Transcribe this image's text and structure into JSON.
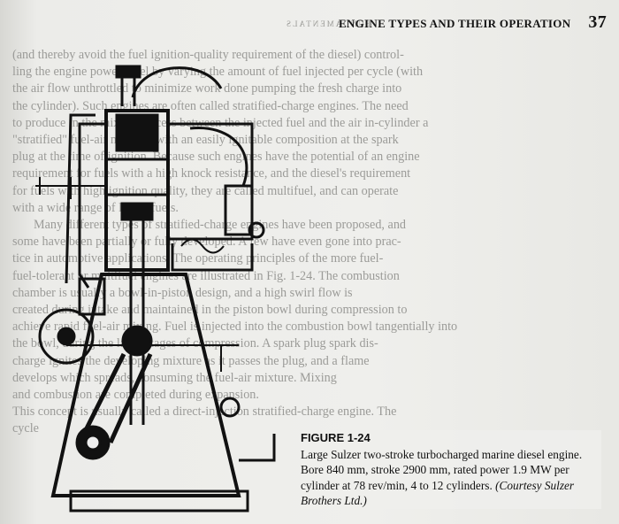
{
  "header": {
    "running_title": "ENGINE TYPES AND THEIR OPERATION",
    "page_number": "37"
  },
  "body_lines": [
    "(and thereby avoid the fuel ignition-quality requirement of the diesel) control-",
    "ling the engine power level by varying the amount of fuel injected per cycle (with",
    "the air flow unthrottled to minimize work done pumping the fresh charge into",
    "the cylinder). Such engines are often called stratified-charge engines. The need",
    "to produce in the mixing process between the injected fuel and the air in-cylinder a",
    "\"stratified\" fuel-air mixture, with an easily ignitable composition at the spark",
    "plug at the time of ignition. Because such engines have the potential of an engine",
    "requirement for fuels with a high knock resistance, and the diesel's requirement",
    "for fuels with high ignition quality, they are called multifuel, and can operate",
    "with a wide range of liquid fuels.",
    "Many different types of stratified-charge engines have been proposed, and",
    "some have been partially or fully developed. A few have even gone into prac-",
    "tice in automotive applications. The operating principles of the more fuel-",
    "fuel-tolerant or multifuel engines are illustrated in Fig. 1-24. The combustion",
    "chamber is usually a bowl-in-piston design, and a high swirl flow is",
    "created during intake and maintained in the piston bowl during compression to",
    "achieve rapid fuel-air mixing. Fuel is injected into the combustion bowl tangentially into",
    "the bowl, during the latter stages of compression. A spark plug spark dis-",
    "charge ignites the developing mixture as it passes the plug, and a flame",
    "develops which spreads, consuming the fuel-air mixture. Mixing",
    "and combustion are completed during expansion.",
    "This concept is usually called a direct-injection stratified-charge engine. The",
    "cycle"
  ],
  "figure": {
    "label": "FIGURE 1-24",
    "caption": "Large Sulzer two-stroke turbocharged marine diesel engine. Bore 840 mm, stroke 2900 mm, rated power 1.9 MW per cylinder at 78 rev/min, 4 to 12 cylinders.",
    "credit": "(Courtesy Sulzer Brothers Ltd.)"
  },
  "bleed_text": "FUNDAMENTALS"
}
